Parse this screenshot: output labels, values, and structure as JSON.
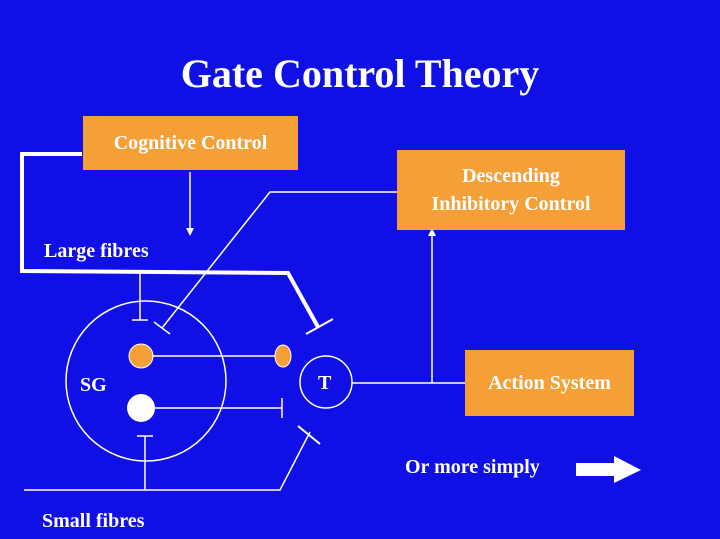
{
  "title": "Gate Control Theory",
  "boxes": {
    "cognitive": "Cognitive Control",
    "descending_line1": "Descending",
    "descending_line2": "Inhibitory Control",
    "action": "Action System"
  },
  "labels": {
    "large_fibres": "Large fibres",
    "small_fibres": "Small fibres",
    "sg": "SG",
    "t": "T",
    "or_more_simply": "Or more simply"
  },
  "colors": {
    "background": "#1010e6",
    "box": "#f5a037",
    "line": "#ffffff"
  },
  "icons": {
    "arrow": "arrow-right-icon"
  }
}
